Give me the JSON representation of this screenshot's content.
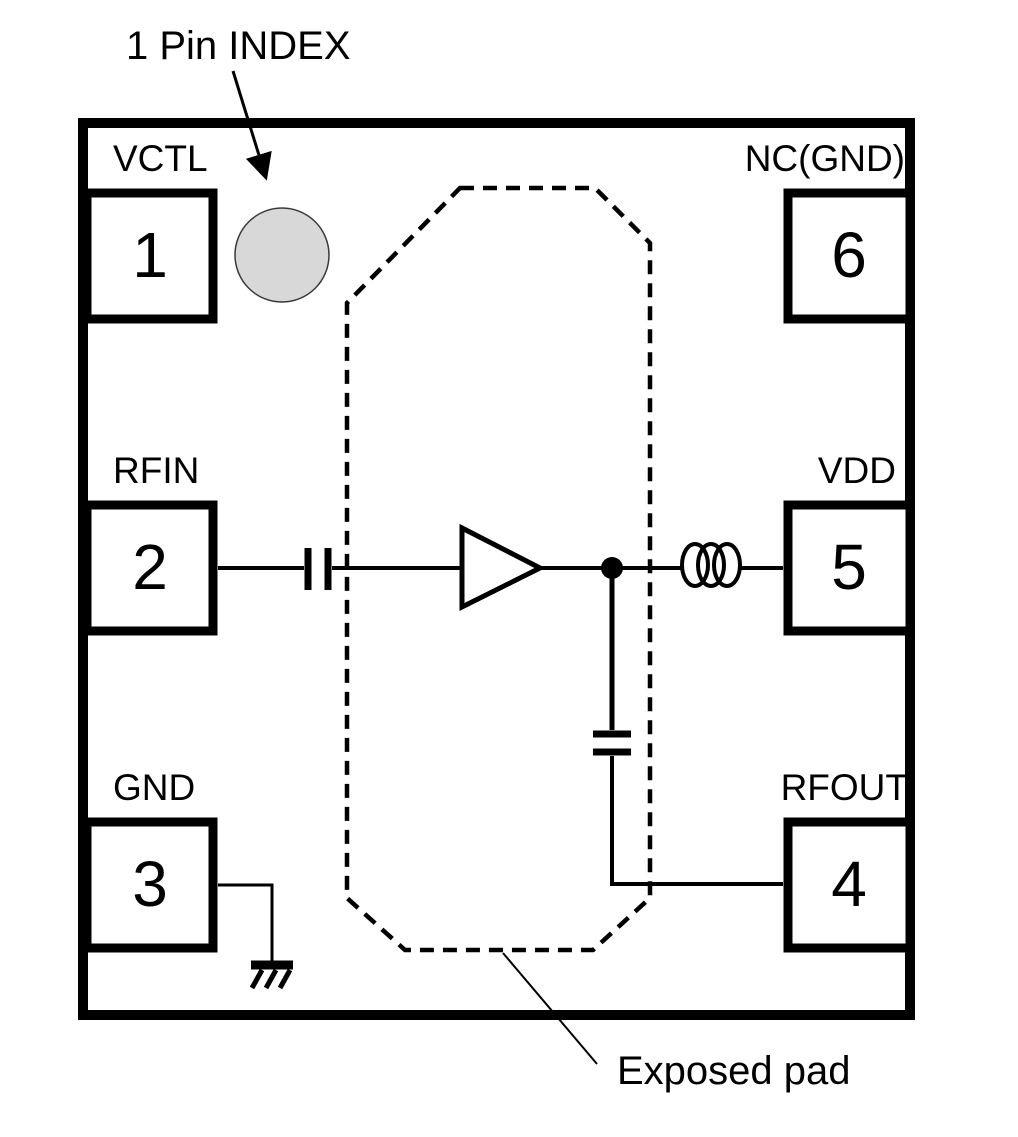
{
  "annotations": {
    "pin_index": "1 Pin INDEX",
    "exposed_pad": "Exposed pad"
  },
  "pins": [
    {
      "num": "1",
      "name": "VCTL",
      "position": "top-left"
    },
    {
      "num": "2",
      "name": "RFIN",
      "position": "middle-left"
    },
    {
      "num": "3",
      "name": "GND",
      "position": "bottom-left"
    },
    {
      "num": "4",
      "name": "RFOUT",
      "position": "bottom-right"
    },
    {
      "num": "5",
      "name": "VDD",
      "position": "middle-right"
    },
    {
      "num": "6",
      "name": "NC(GND)",
      "position": "top-right"
    }
  ],
  "components": {
    "amplifier": "amplifier-triangle",
    "dc_block_capacitor": "series-capacitor",
    "bypass_capacitor": "shunt-capacitor",
    "choke": "inductor-coil",
    "ground": "chassis-ground-symbol",
    "index_mark": "pin-1-index-dot"
  },
  "colors": {
    "line": "#000000",
    "background": "#ffffff",
    "index_mark_fill": "#d8d8d8"
  }
}
